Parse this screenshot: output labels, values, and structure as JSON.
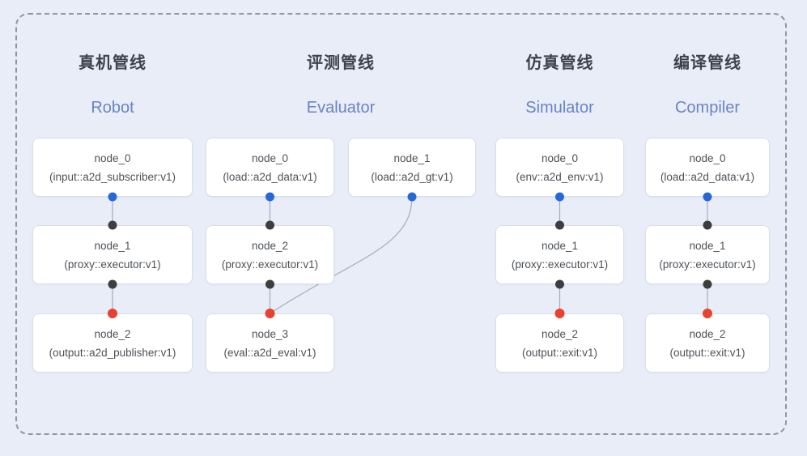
{
  "colors": {
    "background": "#e9edf8",
    "dashed_border": "#8f96a2",
    "node_fill": "#ffffff",
    "node_border": "#d9dee8",
    "node_text": "#4c5157",
    "title_zh": "#3d424b",
    "title_en": "#6984c6",
    "connector": "#a3abbc",
    "port_blue": "#2767da",
    "port_dark": "#3e3e40",
    "port_red": "#e9402f"
  },
  "pipelines": [
    {
      "title_zh": "真机管线",
      "title_en": "Robot",
      "nodes": [
        {
          "name": "node_0",
          "type": "(input::a2d_subscriber:v1)"
        },
        {
          "name": "node_1",
          "type": "(proxy::executor:v1)"
        },
        {
          "name": "node_2",
          "type": "(output::a2d_publisher:v1)"
        }
      ]
    },
    {
      "title_zh": "评测管线",
      "title_en": "Evaluator",
      "nodes": [
        {
          "name": "node_0",
          "type": "(load::a2d_data:v1)"
        },
        {
          "name": "node_1",
          "type": "(load::a2d_gt:v1)"
        },
        {
          "name": "node_2",
          "type": "(proxy::executor:v1)"
        },
        {
          "name": "node_3",
          "type": "(eval::a2d_eval:v1)"
        }
      ]
    },
    {
      "title_zh": "仿真管线",
      "title_en": "Simulator",
      "nodes": [
        {
          "name": "node_0",
          "type": "(env::a2d_env:v1)"
        },
        {
          "name": "node_1",
          "type": "(proxy::executor:v1)"
        },
        {
          "name": "node_2",
          "type": "(output::exit:v1)"
        }
      ]
    },
    {
      "title_zh": "编译管线",
      "title_en": "Compiler",
      "nodes": [
        {
          "name": "node_0",
          "type": "(load::a2d_data:v1)"
        },
        {
          "name": "node_1",
          "type": "(proxy::executor:v1)"
        },
        {
          "name": "node_2",
          "type": "(output::exit:v1)"
        }
      ]
    }
  ]
}
